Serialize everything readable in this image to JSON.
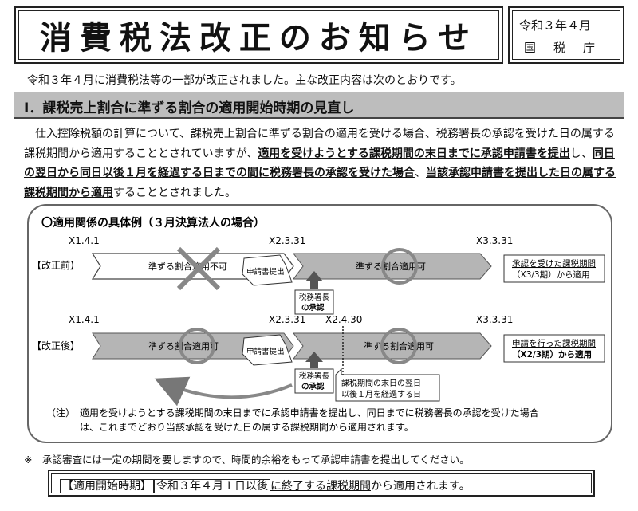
{
  "title": "消費税法改正のお知らせ",
  "issuer": {
    "date": "令和３年４月",
    "org": "国税庁"
  },
  "intro": "令和３年４月に消費税法等の一部が改正されました。主な改正内容は次のとおりです。",
  "section": {
    "title": "Ⅰ．課税売上割合に準ずる割合の適用開始時期の見直し"
  },
  "body": {
    "p1": "　仕入控除税額の計算について、課税売上割合に準ずる割合の適用を受ける場合、税務署長の承認を受けた日の属する課税期間から適用することとされていますが、",
    "u1": "適用を受けようとする課税期間の末日までに承認申請書を提出",
    "p2": "し、",
    "u2": "同日の翌日から同日以後１月を経過する日までの間に税務署長の承認を受けた場合",
    "p3": "、",
    "u3": "当該承認申請書を提出した日の属する課税期間から適用",
    "p4": "することとされました。"
  },
  "diagram": {
    "heading": "〇適用関係の具体例（３月決算法人の場合）",
    "before": {
      "label": "【改正前】",
      "date_start": "X1.4.1",
      "date_mid": "X2.3.31",
      "date_end": "X3.3.31",
      "arrow1_text": "準ずる割合適用不可",
      "arrow2_text": "準ずる割合適用可",
      "doc_text": "申請書提出",
      "approval_line1": "税務署長",
      "approval_line2": "の承認",
      "result_line1": "承認を受けた課税期間",
      "result_line2": "（X3/3期）から適用"
    },
    "after": {
      "label": "【改正後】",
      "date_start": "X1.4.1",
      "date_mid": "X2.3.31",
      "date_deadline": "X2.4.30",
      "date_end": "X3.3.31",
      "arrow1_text": "準ずる割合適用可",
      "arrow2_text": "準ずる割合適用可",
      "doc_text": "申請書提出",
      "approval_line1": "税務署長",
      "approval_line2": "の承認",
      "callout_line1": "課税期間の末日の翌日",
      "callout_line2": "以後１月を経過する日",
      "result_line1": "申請を行った課税期間",
      "result_line2": "（X2/3期）から適用"
    },
    "note_label": "（注）",
    "note_line1": "適用を受けようとする課税期間の末日までに承認申請書を提出し、同日までに税務署長の承認を受けた場合",
    "note_line2": "は、これまでどおり当該承認を受けた日の属する課税期間から適用されます。"
  },
  "note": "※　承認審査には一定の期間を要しますので、時間的余裕をもって承認申請書を提出してください。",
  "footer": {
    "label": "【適用開始時期】",
    "date": "令和３年４月１日以後",
    "ul": "に終了する課税期間",
    "rest": "から適用されます。"
  }
}
